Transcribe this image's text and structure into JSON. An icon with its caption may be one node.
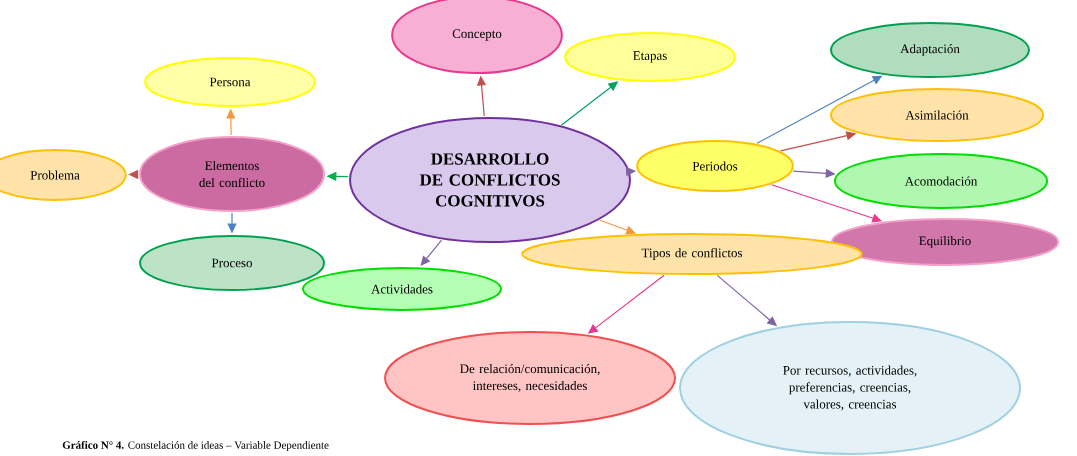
{
  "diagram": {
    "caption": "**Gráfico N° 4.** Constelación de ideas – Variable Dependiente",
    "nodes": [
      {
        "text": [
          "DESARROLLO DE CONFLICTOS COGNITIVOS"
        ]
      },
      {
        "text": [
          "Concepto"
        ]
      },
      {
        "text": [
          "Etapas"
        ]
      },
      {
        "text": [
          "Periodos"
        ]
      },
      {
        "text": [
          "Adaptación"
        ]
      },
      {
        "text": [
          "Asimilación"
        ]
      },
      {
        "text": [
          "Acomodación"
        ]
      },
      {
        "text": [
          "Equilibrio"
        ]
      },
      {
        "text": [
          "Tipos de conflictos"
        ]
      },
      {
        "text": [
          "De relación/comunicación, intereses, necesidades"
        ]
      },
      {
        "text": [
          "Por recursos, actividades, preferencias, creencias, valores, creencias"
        ]
      },
      {
        "text": [
          "Actividades"
        ]
      },
      {
        "text": [
          "Elementos del conflicto"
        ]
      },
      {
        "text": [
          "Persona"
        ]
      },
      {
        "text": [
          "Problema"
        ]
      },
      {
        "text": [
          "Proceso"
        ]
      }
    ],
    "edges": [
      {
        "from": 0,
        "to": 1,
        "arrow": "to",
        "color": "#c0504d"
      },
      {
        "from": 0,
        "to": 2,
        "arrow": "to",
        "color": "#00a060"
      },
      {
        "from": 0,
        "to": 3,
        "arrow": "to",
        "color": "#8064a2"
      },
      {
        "from": 0,
        "to": 8,
        "arrow": "to",
        "color": "#f79646"
      },
      {
        "from": 0,
        "to": 11,
        "arrow": "to",
        "color": "#8064a2"
      },
      {
        "from": 0,
        "to": 12,
        "arrow": "to",
        "color": "#00b050"
      },
      {
        "from": 12,
        "to": 13,
        "arrow": "to",
        "color": "#f79646"
      },
      {
        "from": 12,
        "to": 14,
        "arrow": "to",
        "color": "#c0504d"
      },
      {
        "from": 12,
        "to": 15,
        "arrow": "to",
        "color": "#4f81bd"
      },
      {
        "from": 3,
        "to": 4,
        "arrow": "to",
        "color": "#4f81bd"
      },
      {
        "from": 3,
        "to": 5,
        "arrow": "to",
        "color": "#c0504d"
      },
      {
        "from": 3,
        "to": 6,
        "arrow": "to",
        "color": "#8064a2"
      },
      {
        "from": 3,
        "to": 7,
        "arrow": "to",
        "color": "#e8388f"
      },
      {
        "from": 8,
        "to": 9,
        "arrow": "to",
        "color": "#e8388f"
      },
      {
        "from": 8,
        "to": 10,
        "arrow": "to",
        "color": "#8064a2"
      }
    ]
  }
}
